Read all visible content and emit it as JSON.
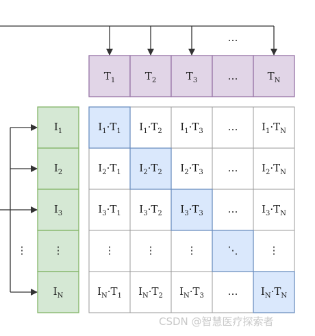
{
  "text_features": [
    {
      "base": "T",
      "sub": "1"
    },
    {
      "base": "T",
      "sub": "2"
    },
    {
      "base": "T",
      "sub": "3"
    },
    {
      "base": "…",
      "sub": ""
    },
    {
      "base": "T",
      "sub": "N"
    }
  ],
  "image_features": [
    {
      "base": "I",
      "sub": "1"
    },
    {
      "base": "I",
      "sub": "2"
    },
    {
      "base": "I",
      "sub": "3"
    },
    {
      "base": "⋮",
      "sub": ""
    },
    {
      "base": "I",
      "sub": "N"
    }
  ],
  "top_ellipsis": "…",
  "left_ellipsis": "⋮",
  "row_ellipsis": "⋮",
  "col_ellipsis": "…",
  "diag_ellipsis": "⋱",
  "dot": "·",
  "watermark": "CSDN @智慧医疗探索者",
  "colors": {
    "text_fill": "#e1d5e7",
    "text_stroke": "#9673a6",
    "image_fill": "#d5e8d4",
    "image_stroke": "#82b366",
    "diag_fill": "#dae8fc",
    "diag_stroke": "#6c8ebf",
    "grid_stroke": "#999999",
    "arrow": "#333333"
  }
}
